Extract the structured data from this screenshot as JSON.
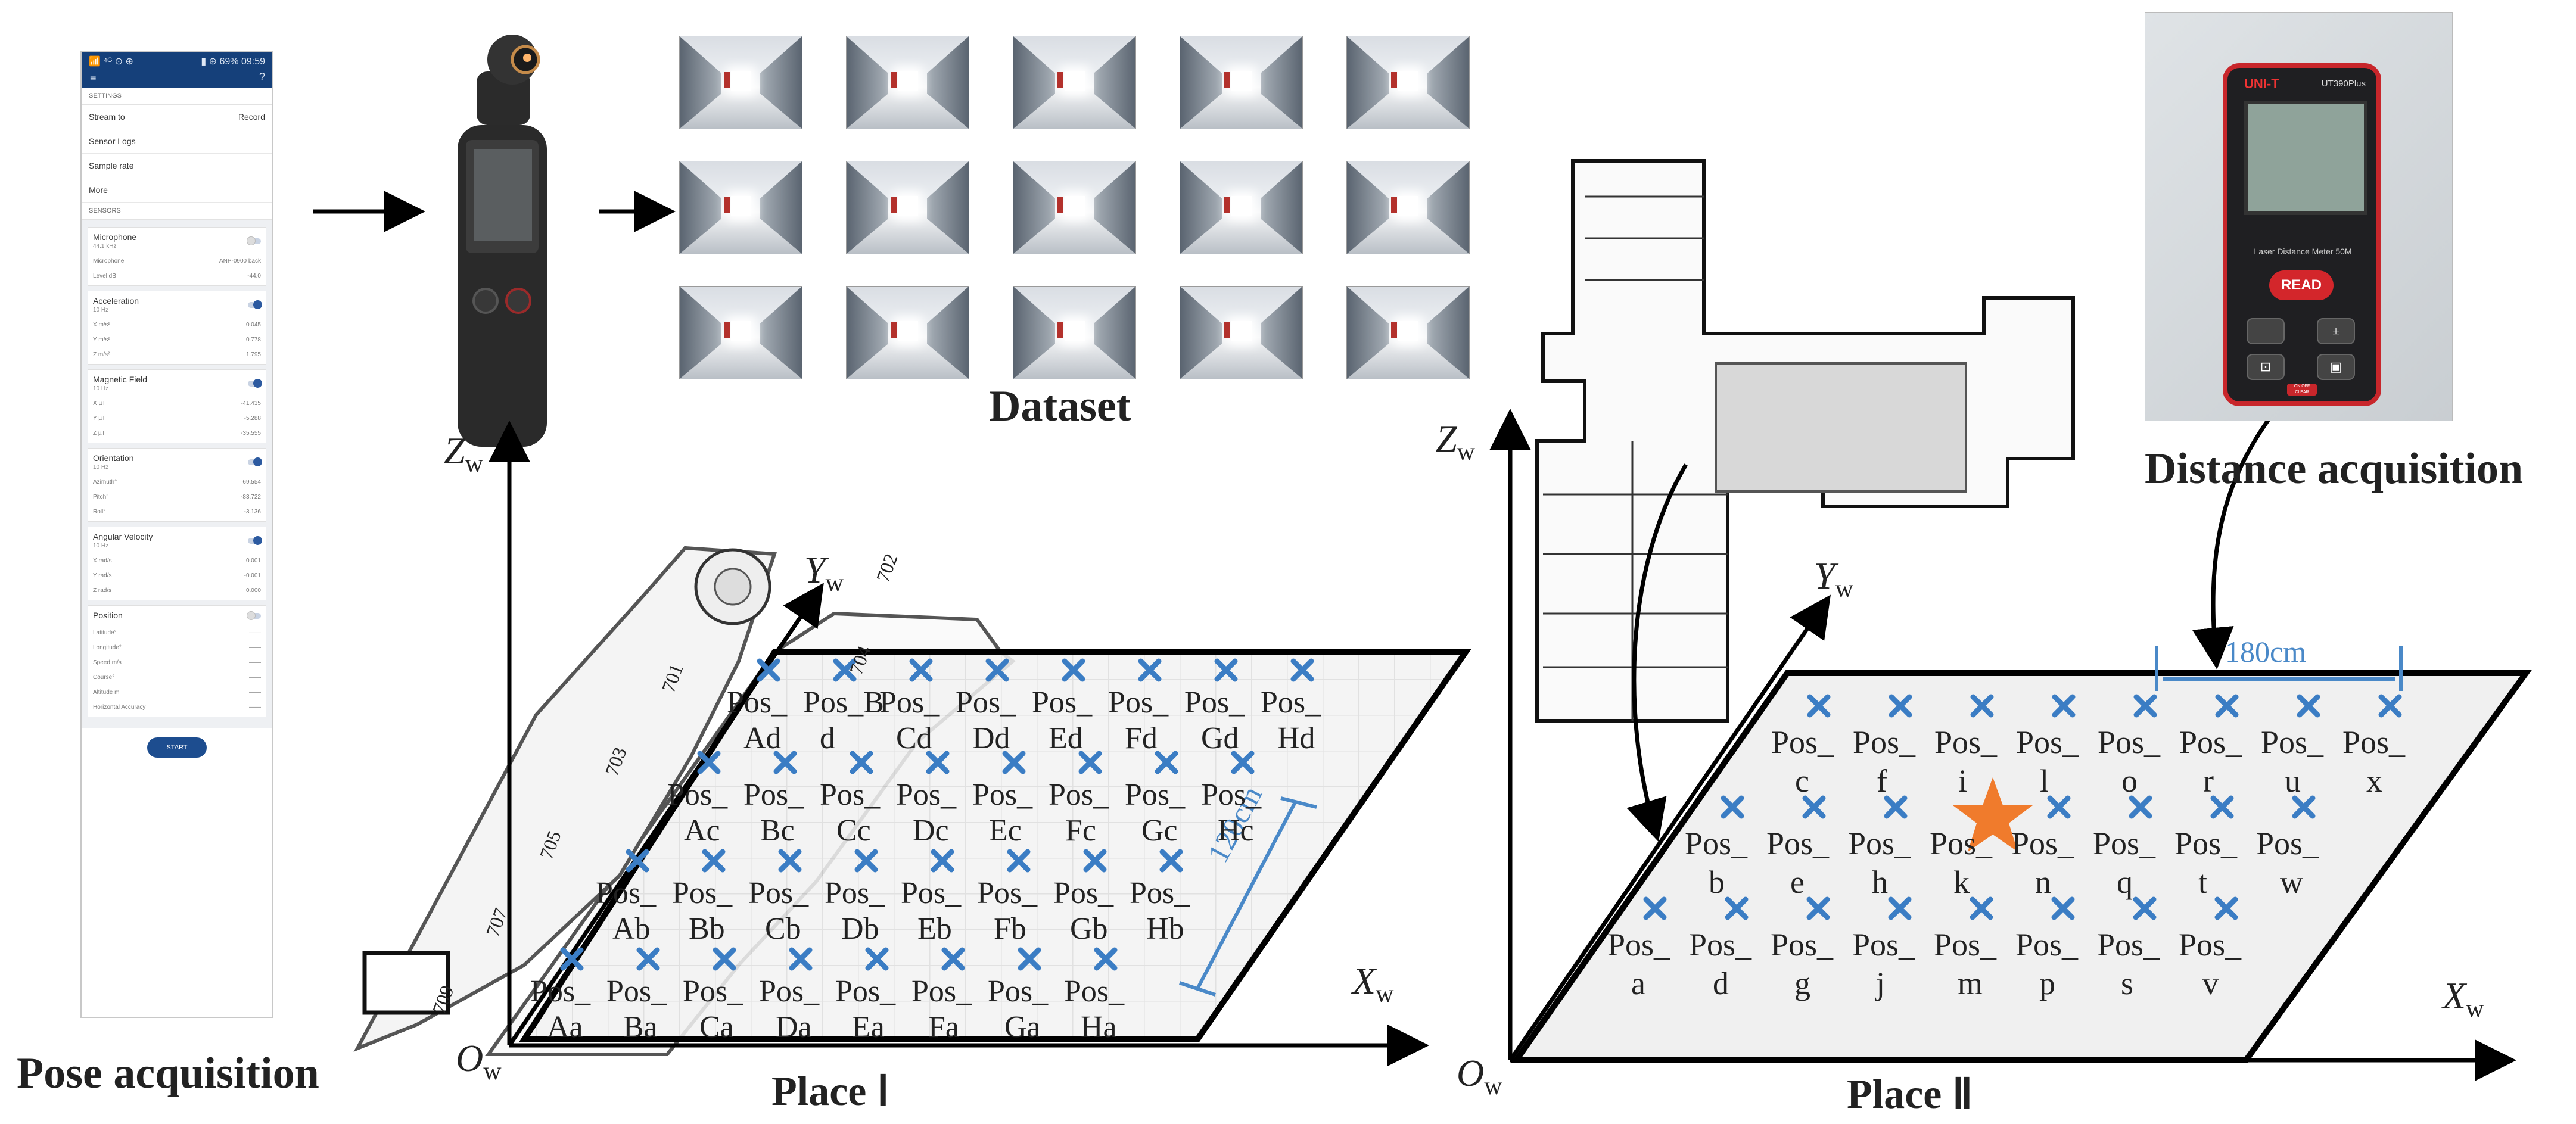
{
  "captions": {
    "pose": "Pose acquisition",
    "dataset": "Dataset",
    "distance": "Distance acquisition",
    "place1": "Place Ⅰ",
    "place2": "Place Ⅱ"
  },
  "axes": {
    "z": "Z",
    "y": "Y",
    "x": "X",
    "o": "O",
    "sub": "w"
  },
  "phone": {
    "status_left": "📶 ⁴ᴳ ⊙ ⊕",
    "status_right": "▮ ⊕ 69% 09:59",
    "menu_icon": "≡",
    "help_icon": "?",
    "settings_header": "SETTINGS",
    "settings": [
      {
        "label": "Stream to",
        "value": "Record"
      },
      {
        "label": "Sensor Logs",
        "value": ""
      },
      {
        "label": "Sample rate",
        "value": ""
      },
      {
        "label": "More",
        "value": ""
      }
    ],
    "sensors_header": "SENSORS",
    "sensors": [
      {
        "name": "Microphone",
        "rate": "44.1 kHz",
        "on": false,
        "fields": [
          {
            "k": "Microphone",
            "v": "ANP-0900 back"
          },
          {
            "k": "Level dB",
            "v": "-44.0"
          }
        ]
      },
      {
        "name": "Acceleration",
        "rate": "10 Hz",
        "on": true,
        "fields": [
          {
            "k": "X m/s²",
            "v": "0.045"
          },
          {
            "k": "Y m/s²",
            "v": "0.778"
          },
          {
            "k": "Z m/s²",
            "v": "1.795"
          }
        ]
      },
      {
        "name": "Magnetic Field",
        "rate": "10 Hz",
        "on": true,
        "fields": [
          {
            "k": "X µT",
            "v": "-41.435"
          },
          {
            "k": "Y µT",
            "v": "-5.288"
          },
          {
            "k": "Z µT",
            "v": "-35.555"
          }
        ]
      },
      {
        "name": "Orientation",
        "rate": "10 Hz",
        "on": true,
        "fields": [
          {
            "k": "Azimuth°",
            "v": "69.554"
          },
          {
            "k": "Pitch°",
            "v": "-83.722"
          },
          {
            "k": "Roll°",
            "v": "-3.136"
          }
        ]
      },
      {
        "name": "Angular Velocity",
        "rate": "10 Hz",
        "on": true,
        "fields": [
          {
            "k": "X rad/s",
            "v": "0.001"
          },
          {
            "k": "Y rad/s",
            "v": "-0.001"
          },
          {
            "k": "Z rad/s",
            "v": "0.000"
          }
        ]
      },
      {
        "name": "Position",
        "rate": "",
        "on": false,
        "fields": [
          {
            "k": "Latitude°",
            "v": "——"
          },
          {
            "k": "Longitude°",
            "v": "——"
          },
          {
            "k": "Speed m/s",
            "v": "——"
          },
          {
            "k": "Course°",
            "v": "——"
          },
          {
            "k": "Altitude m",
            "v": "——"
          },
          {
            "k": "Horizontal Accuracy",
            "v": "——"
          }
        ]
      }
    ],
    "start_label": "START"
  },
  "device": {
    "brand": "UNI-T",
    "model": "UT390Plus",
    "subtitle": "Laser Distance Meter 50M",
    "read_label": "READ",
    "buttons": [
      "±",
      "⊡",
      "▣",
      "ON OFF CLEAR"
    ]
  },
  "place1": {
    "rooms": [
      "702",
      "704",
      "701",
      "703",
      "705",
      "707",
      "709"
    ],
    "rows": [
      [
        "Ad",
        "d",
        "Cd",
        "Dd",
        "Ed",
        "Fd",
        "Gd",
        "Hd"
      ],
      [
        "Ac",
        "Bc",
        "Cc",
        "Dc",
        "Ec",
        "Fc",
        "Gc",
        "Hc"
      ],
      [
        "Ab",
        "Bb",
        "Cb",
        "Db",
        "Eb",
        "Fb",
        "Gb",
        "Hb"
      ],
      [
        "Aa",
        "Ba",
        "Ca",
        "Da",
        "Ea",
        "Fa",
        "Ga",
        "Ha"
      ]
    ],
    "top_row_prefix": [
      "Pos_",
      "Pos_B",
      "Pos_",
      "Pos_",
      "Pos_",
      "Pos_",
      "Pos_",
      "Pos_"
    ],
    "prefix": "Pos_",
    "spacing": "120cm"
  },
  "place2": {
    "rows": [
      [
        "c",
        "f",
        "i",
        "l",
        "o",
        "r",
        "u",
        "x"
      ],
      [
        "b",
        "e",
        "h",
        "k",
        "n",
        "q",
        "t",
        "w"
      ],
      [
        "a",
        "d",
        "g",
        "j",
        "m",
        "p",
        "s",
        "v"
      ]
    ],
    "prefix": "Pos_",
    "spacing": "180cm"
  },
  "colors": {
    "marker": "#3b7dc4",
    "star": "#f07b2c",
    "plane": "#f0f0f0",
    "phone_bar": "#15407a"
  }
}
